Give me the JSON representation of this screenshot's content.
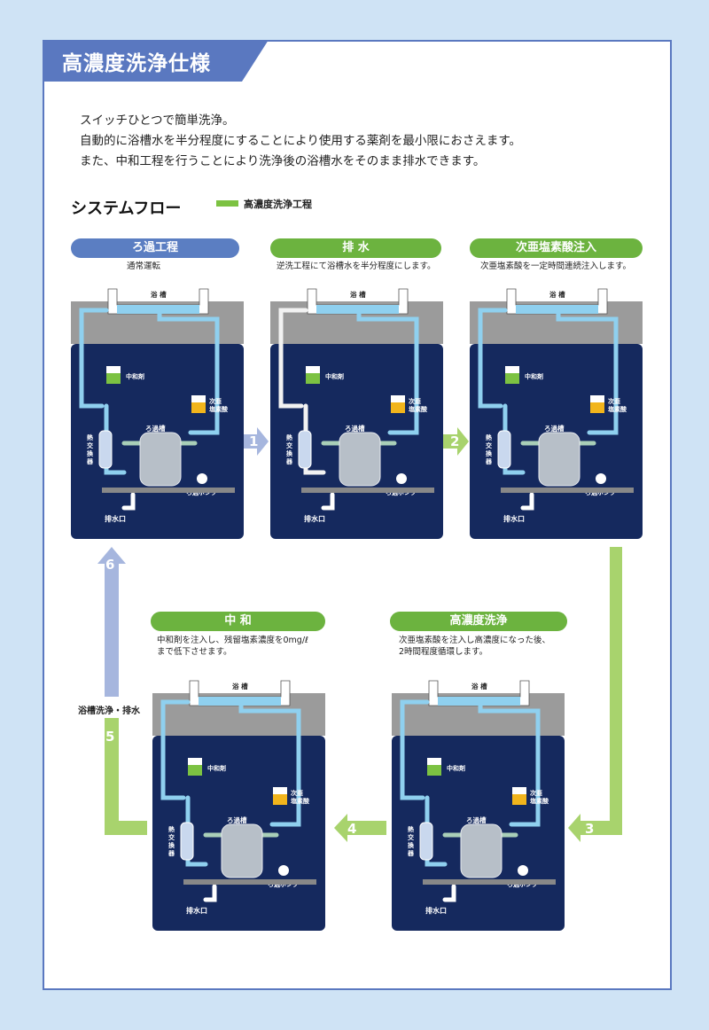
{
  "page": {
    "title": "高濃度洗浄仕様",
    "intro": [
      "スイッチひとつで簡単洗浄。",
      "自動的に浴槽水を半分程度にすることにより使用する薬剤を最小限におさえます。",
      "また、中和工程を行うことにより洗浄後の浴槽水をそのまま排水できます。"
    ],
    "flow_title": "システムフロー",
    "legend": "高濃度洗浄工程",
    "side_label": "浴槽洗浄・排水"
  },
  "colors": {
    "blue_pill": "#5b7ec2",
    "green_pill": "#6cb33f",
    "panel_bg": "#15295e",
    "pipe": "#8fd0ef",
    "pipe_green": "#a9cfb8",
    "arrow_blue": "#a6b6de",
    "arrow_green": "#a8d36d"
  },
  "labels": {
    "tank": "浴 槽",
    "neutralizer": "中和剤",
    "hypo1": "次亜",
    "hypo2": "塩素酸",
    "filter_tank": "ろ過槽",
    "pump": "ろ過ポンプ",
    "drain": "排水口",
    "hx1": "熱",
    "hx2": "交",
    "hx3": "換",
    "hx4": "器"
  },
  "steps": [
    {
      "name": "ろ過工程",
      "desc": [
        "通常運転"
      ],
      "color": "blue"
    },
    {
      "name": "排 水",
      "desc": [
        "逆洗工程にて浴槽水を半分程度にします。"
      ],
      "color": "green"
    },
    {
      "name": "次亜塩素酸注入",
      "desc": [
        "次亜塩素酸を一定時間連続注入します。"
      ],
      "color": "green"
    },
    {
      "name": "高濃度洗浄",
      "desc": [
        "次亜塩素酸を注入し高濃度になった後、",
        "2時間程度循環します。"
      ],
      "color": "green"
    },
    {
      "name": "中 和",
      "desc": [
        "中和剤を注入し、残留塩素濃度を0mg/ℓ",
        "まで低下させます。"
      ],
      "color": "green"
    }
  ],
  "arrows": [
    "1",
    "2",
    "3",
    "4",
    "5",
    "6"
  ]
}
